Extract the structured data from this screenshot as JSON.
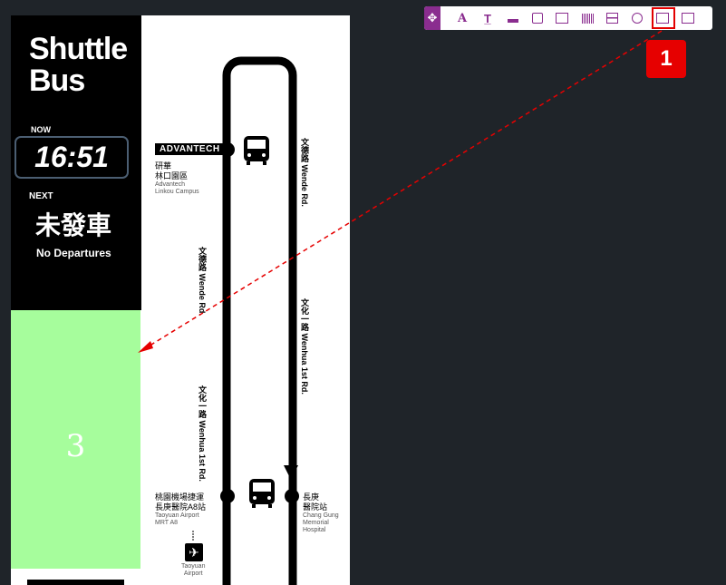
{
  "sign": {
    "title_line1": "Shuttle",
    "title_line2": "Bus",
    "now_label": "NOW",
    "time": "16:51",
    "next_label": "NEXT",
    "next_status_zh": "未發車",
    "next_status_en": "No Departures",
    "green_panel_number": "3"
  },
  "route": {
    "stop_top_logo": "ADVANTECH",
    "stop_top_zh_line1": "研華",
    "stop_top_zh_line2": "林口園區",
    "stop_top_en_line1": "Advantech",
    "stop_top_en_line2": "Linkou Campus",
    "road_right_top": "文德路 Wende Rd.",
    "road_left_top": "文德路 Wende Rd.",
    "road_right_mid": "文化一路 Wenhua 1st Rd.",
    "road_left_mid": "文化一路 Wenhua 1st Rd.",
    "stop_bl_zh_line1": "桃園機場捷運",
    "stop_bl_zh_line2": "長庚醫院A8站",
    "stop_bl_en_line1": "Taoyuan Airport",
    "stop_bl_en_line2": "MRT A8",
    "stop_br_zh_line1": "長庚",
    "stop_br_zh_line2": "醫院站",
    "stop_br_en_line1": "Chang Gung",
    "stop_br_en_line2": "Memorial",
    "stop_br_en_line3": "Hospital",
    "airport_line1": "Taoyuan",
    "airport_line2": "Airport"
  },
  "toolbar": {
    "tools": [
      "move-icon",
      "text-icon",
      "text-title-icon",
      "line-icon",
      "rectangle-icon",
      "image-icon",
      "gradient-icon",
      "table-icon",
      "clock-icon",
      "video-icon",
      "crop-icon"
    ],
    "accent_color": "#8a2d8f"
  },
  "annotation": {
    "badge_number": "1",
    "color": "#e60000"
  }
}
